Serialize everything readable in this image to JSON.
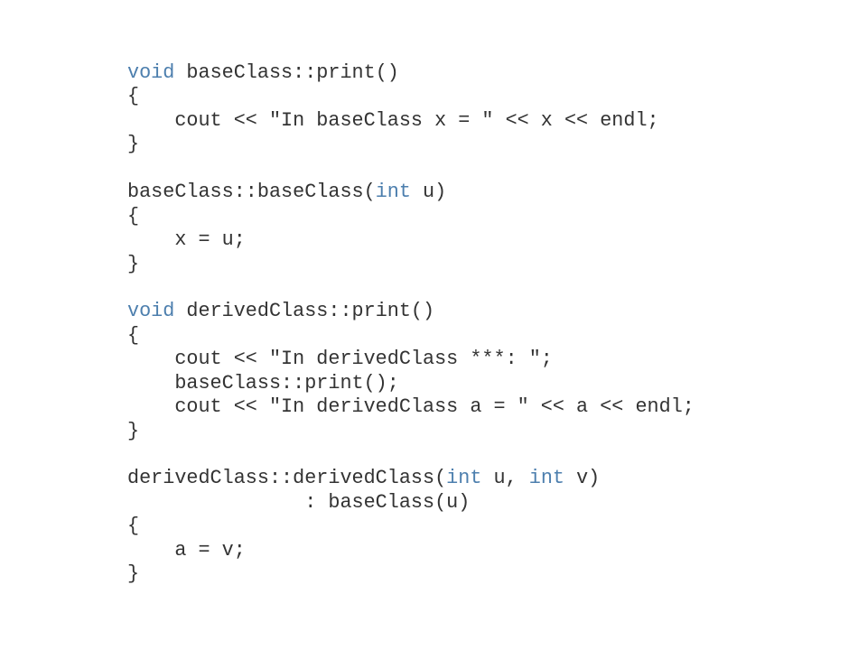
{
  "colors": {
    "background": "#ffffff",
    "text": "#333333",
    "keyword": "#4d7fae"
  },
  "code": {
    "lines": [
      [
        {
          "t": "void",
          "k": "kw"
        },
        {
          "t": " baseClass::print()"
        }
      ],
      [
        {
          "t": "{"
        }
      ],
      [
        {
          "t": "    cout << \"In baseClass x = \" << x << endl;"
        }
      ],
      [
        {
          "t": "}"
        }
      ],
      [],
      [
        {
          "t": "baseClass::baseClass("
        },
        {
          "t": "int",
          "k": "kw"
        },
        {
          "t": " u)"
        }
      ],
      [
        {
          "t": "{"
        }
      ],
      [
        {
          "t": "    x = u;"
        }
      ],
      [
        {
          "t": "}"
        }
      ],
      [],
      [
        {
          "t": "void",
          "k": "kw"
        },
        {
          "t": " derivedClass::print()"
        }
      ],
      [
        {
          "t": "{"
        }
      ],
      [
        {
          "t": "    cout << \"In derivedClass ***: \";"
        }
      ],
      [
        {
          "t": "    baseClass::print();"
        }
      ],
      [
        {
          "t": "    cout << \"In derivedClass a = \" << a << endl;"
        }
      ],
      [
        {
          "t": "}"
        }
      ],
      [],
      [
        {
          "t": "derivedClass::derivedClass("
        },
        {
          "t": "int",
          "k": "kw"
        },
        {
          "t": " u, "
        },
        {
          "t": "int",
          "k": "kw"
        },
        {
          "t": " v)"
        }
      ],
      [
        {
          "t": "               : baseClass(u)"
        }
      ],
      [
        {
          "t": "{"
        }
      ],
      [
        {
          "t": "    a = v;"
        }
      ],
      [
        {
          "t": "}"
        }
      ]
    ]
  }
}
